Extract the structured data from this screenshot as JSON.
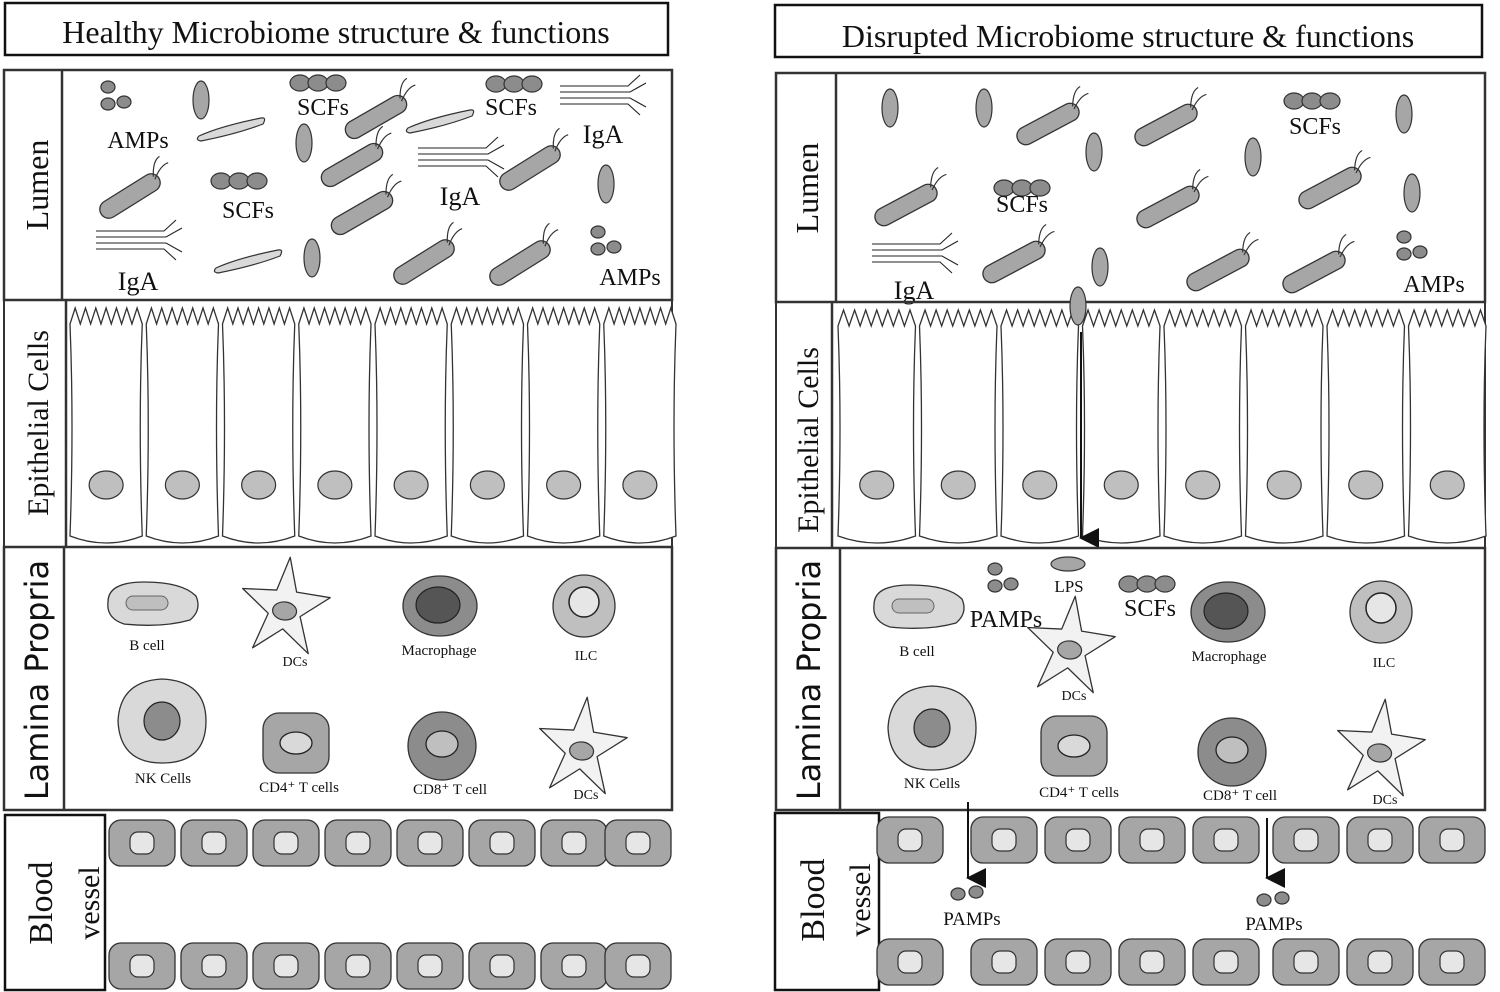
{
  "panels": [
    {
      "title": "Healthy Microbiome structure & functions",
      "section_labels": {
        "lumen": "Lumen",
        "epithelial": "Epithelial  Cells",
        "lamina": "Lamina Propria",
        "blood_line1": "Blood",
        "blood_line2": "vessel"
      },
      "lumen_labels": [
        {
          "key": "amps_1",
          "text": "AMPs"
        },
        {
          "key": "scfs_1",
          "text": "SCFs"
        },
        {
          "key": "scfs_2",
          "text": "SCFs"
        },
        {
          "key": "iga_1",
          "text": "IgA"
        },
        {
          "key": "scfs_3",
          "text": "SCFs"
        },
        {
          "key": "iga_2",
          "text": "IgA"
        },
        {
          "key": "iga_3",
          "text": "IgA"
        },
        {
          "key": "amps_2",
          "text": "AMPs"
        }
      ],
      "cell_labels": {
        "b_cell": "B cell",
        "dcs_1": "DCs",
        "macrophage": "Macrophage",
        "ilc": "ILC",
        "nk": "NK Cells",
        "cd4": "CD4⁺ T cells",
        "cd8": "CD8⁺ T cell",
        "dcs_2": "DCs"
      }
    },
    {
      "title": "Disrupted Microbiome structure & functions",
      "section_labels": {
        "lumen": "Lumen",
        "epithelial": "Epithelial  Cells",
        "lamina": "Lamina  Propria",
        "blood_line1": "Blood",
        "blood_line2": "vessel"
      },
      "lumen_labels": [
        {
          "key": "scfs_1",
          "text": "SCFs"
        },
        {
          "key": "scfs_2",
          "text": "SCFs"
        },
        {
          "key": "iga_1",
          "text": "IgA"
        },
        {
          "key": "amps_1",
          "text": "AMPs"
        }
      ],
      "cell_labels": {
        "b_cell": "B cell",
        "pamps": "PAMPs",
        "lps": "LPS",
        "scfs": "SCFs",
        "dcs_1": "DCs",
        "macrophage": "Macrophage",
        "ilc": "ILC",
        "nk": "NK Cells",
        "cd4": "CD4⁺ T cells",
        "cd8": "CD8⁺ T cell",
        "dcs_2": "DCs"
      },
      "blood_labels": {
        "pamps_1": "PAMPs",
        "pamps_2": "PAMPs"
      }
    }
  ]
}
